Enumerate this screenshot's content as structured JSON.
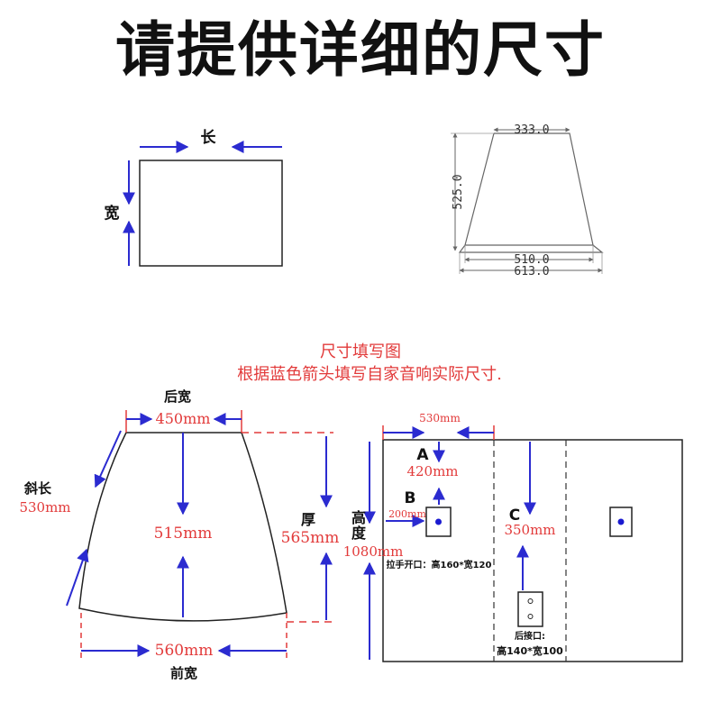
{
  "title": "请提供详细的尺寸",
  "colors": {
    "arrow": "#2b2bd0",
    "red": "#e23a3a",
    "guide": "#2b2bd0",
    "text": "#111111"
  },
  "simple_box": {
    "length_label": "长",
    "width_label": "宽"
  },
  "trapezoid_sample": {
    "top": "333.0",
    "height": "525.0",
    "bottom_inner": "510.0",
    "bottom_outer": "613.0"
  },
  "instructions": {
    "line1": "尺寸填写图",
    "line2": "根据蓝色箭头填写自家音响实际尺寸."
  },
  "side_view": {
    "back_width_label": "后宽",
    "back_width_value": "450mm",
    "slant_label": "斜长",
    "slant_value": "530mm",
    "inner_value": "515mm",
    "thickness_label": "厚",
    "thickness_value": "565mm",
    "front_width_value": "560mm",
    "front_width_label": "前宽"
  },
  "front_view": {
    "width_value": "530mm",
    "height_label_1": "高",
    "height_label_2": "度",
    "height_value": "1080mm",
    "a_label": "A",
    "a_value": "420mm",
    "b_label": "B",
    "b_value": "200mm",
    "c_label": "C",
    "c_value": "350mm",
    "handle_note": "拉手开口：高160*宽120",
    "rear_port_label": "后接口:",
    "rear_port_size": "高140*宽100"
  }
}
